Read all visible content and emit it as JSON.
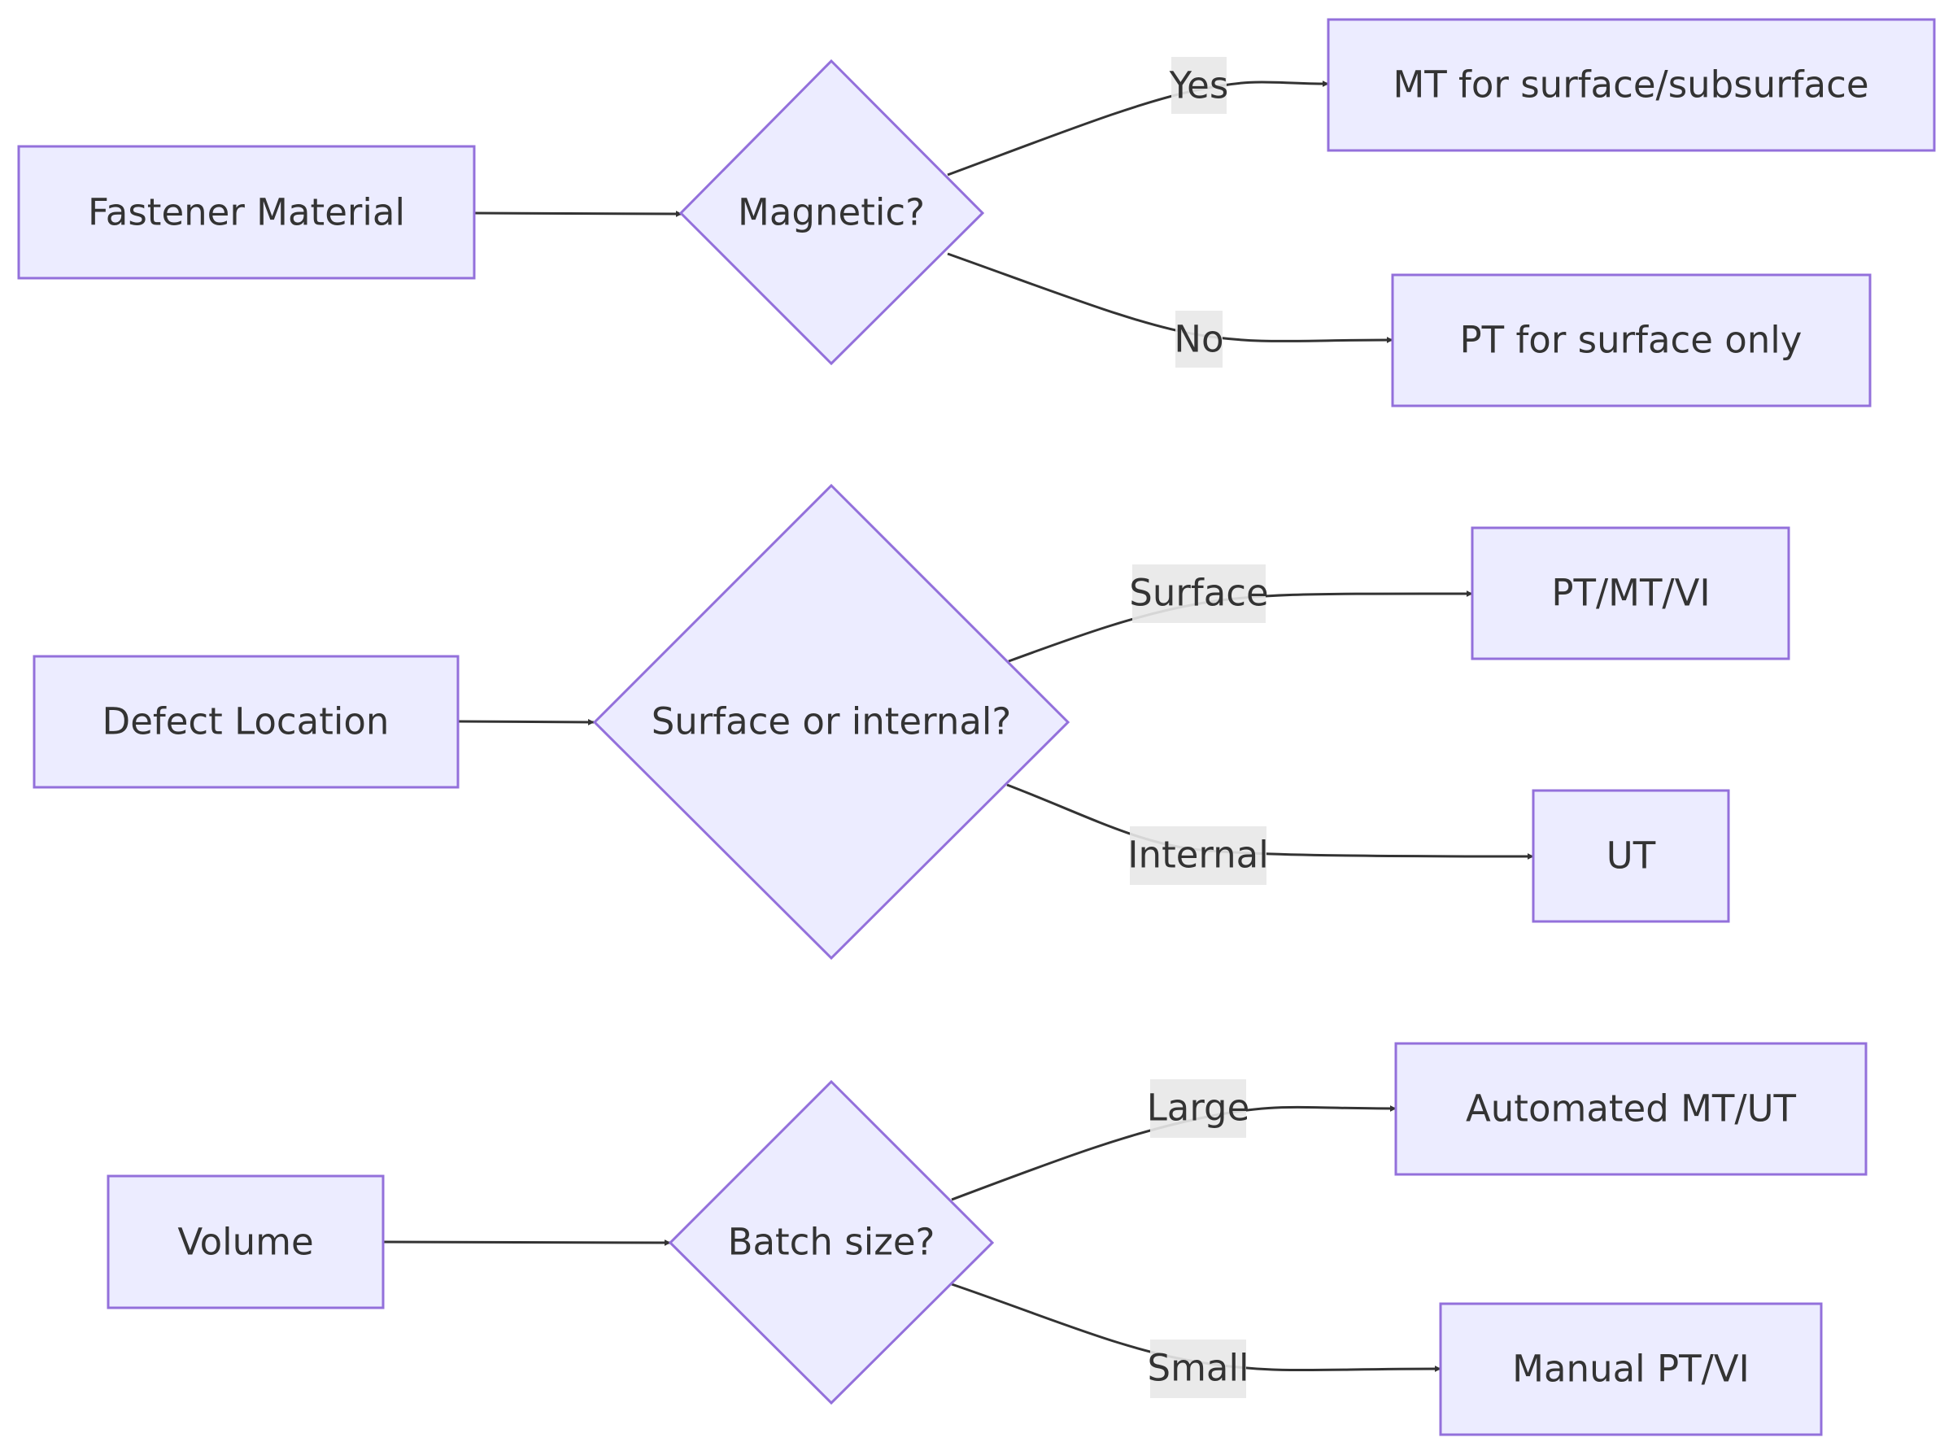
{
  "diagram": {
    "flows": [
      {
        "start": "Fastener Material",
        "decision": "Magnetic?",
        "branches": [
          {
            "label": "Yes",
            "outcome": "MT for surface/subsurface"
          },
          {
            "label": "No",
            "outcome": "PT for surface only"
          }
        ]
      },
      {
        "start": "Defect Location",
        "decision": "Surface or internal?",
        "branches": [
          {
            "label": "Surface",
            "outcome": "PT/MT/VI"
          },
          {
            "label": "Internal",
            "outcome": "UT"
          }
        ]
      },
      {
        "start": "Volume",
        "decision": "Batch size?",
        "branches": [
          {
            "label": "Large",
            "outcome": "Automated MT/UT"
          },
          {
            "label": "Small",
            "outcome": "Manual PT/VI"
          }
        ]
      }
    ]
  },
  "colors": {
    "node_fill": "#ECECFF",
    "node_stroke": "#9370DB",
    "edge": "#333333",
    "label_bg": "#E8E8E8",
    "text": "#333333"
  }
}
